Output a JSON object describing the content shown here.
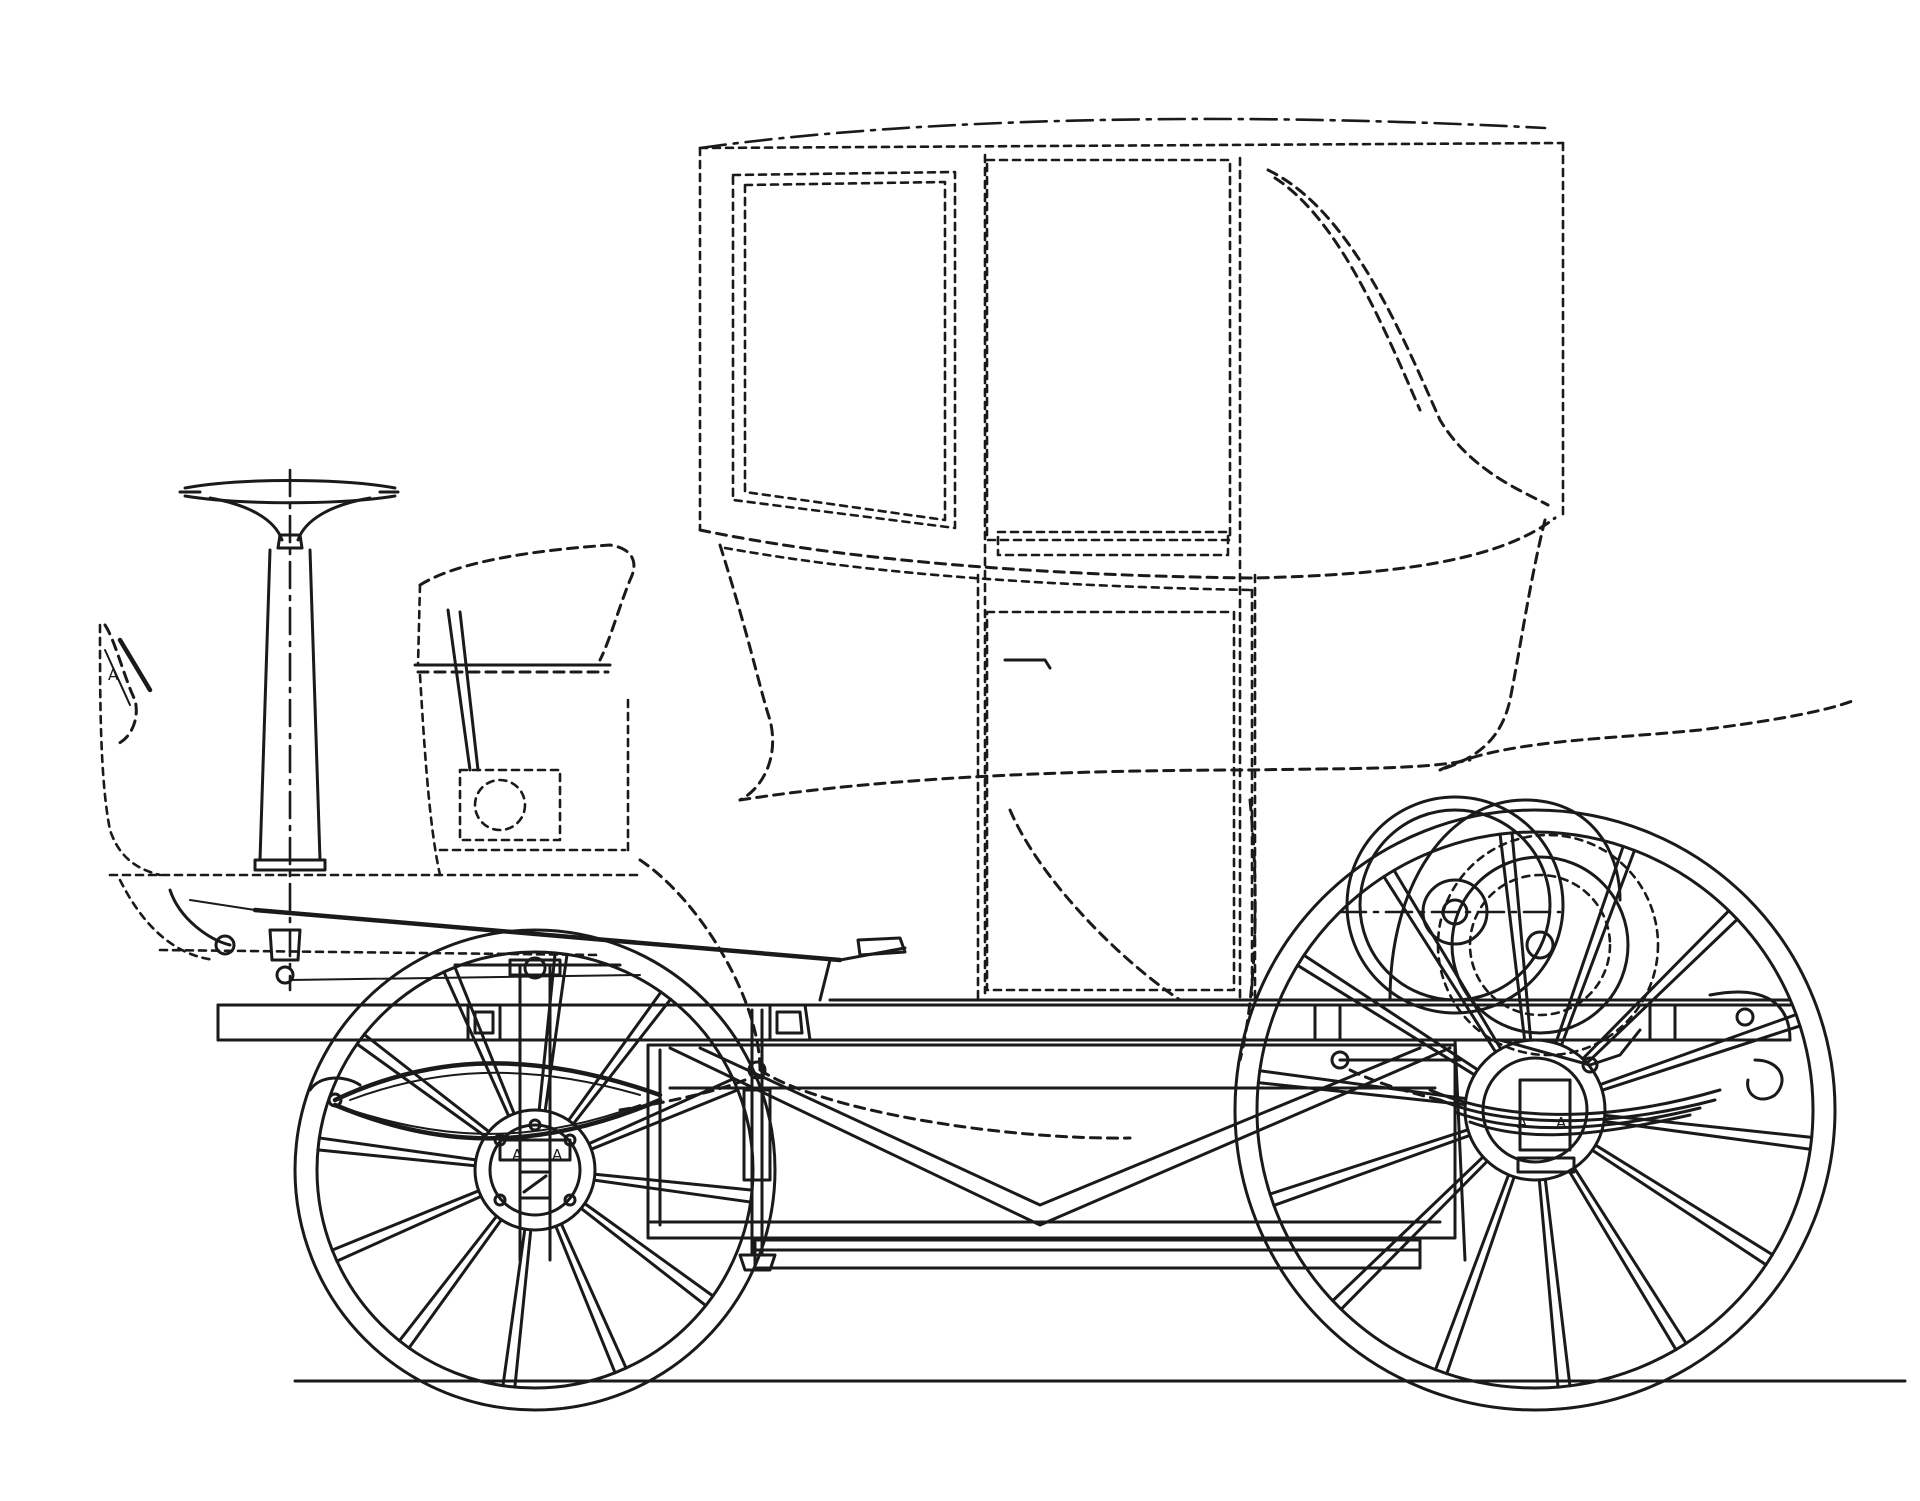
{
  "drawing": {
    "ink_color": "#1a1a1a",
    "paper_color": "#ffffff",
    "spring_label_left_front": "A",
    "spring_label_right_front": "A",
    "spring_label_left_rear": "A",
    "spring_label_right_rear": "A",
    "dash_label": "A"
  }
}
